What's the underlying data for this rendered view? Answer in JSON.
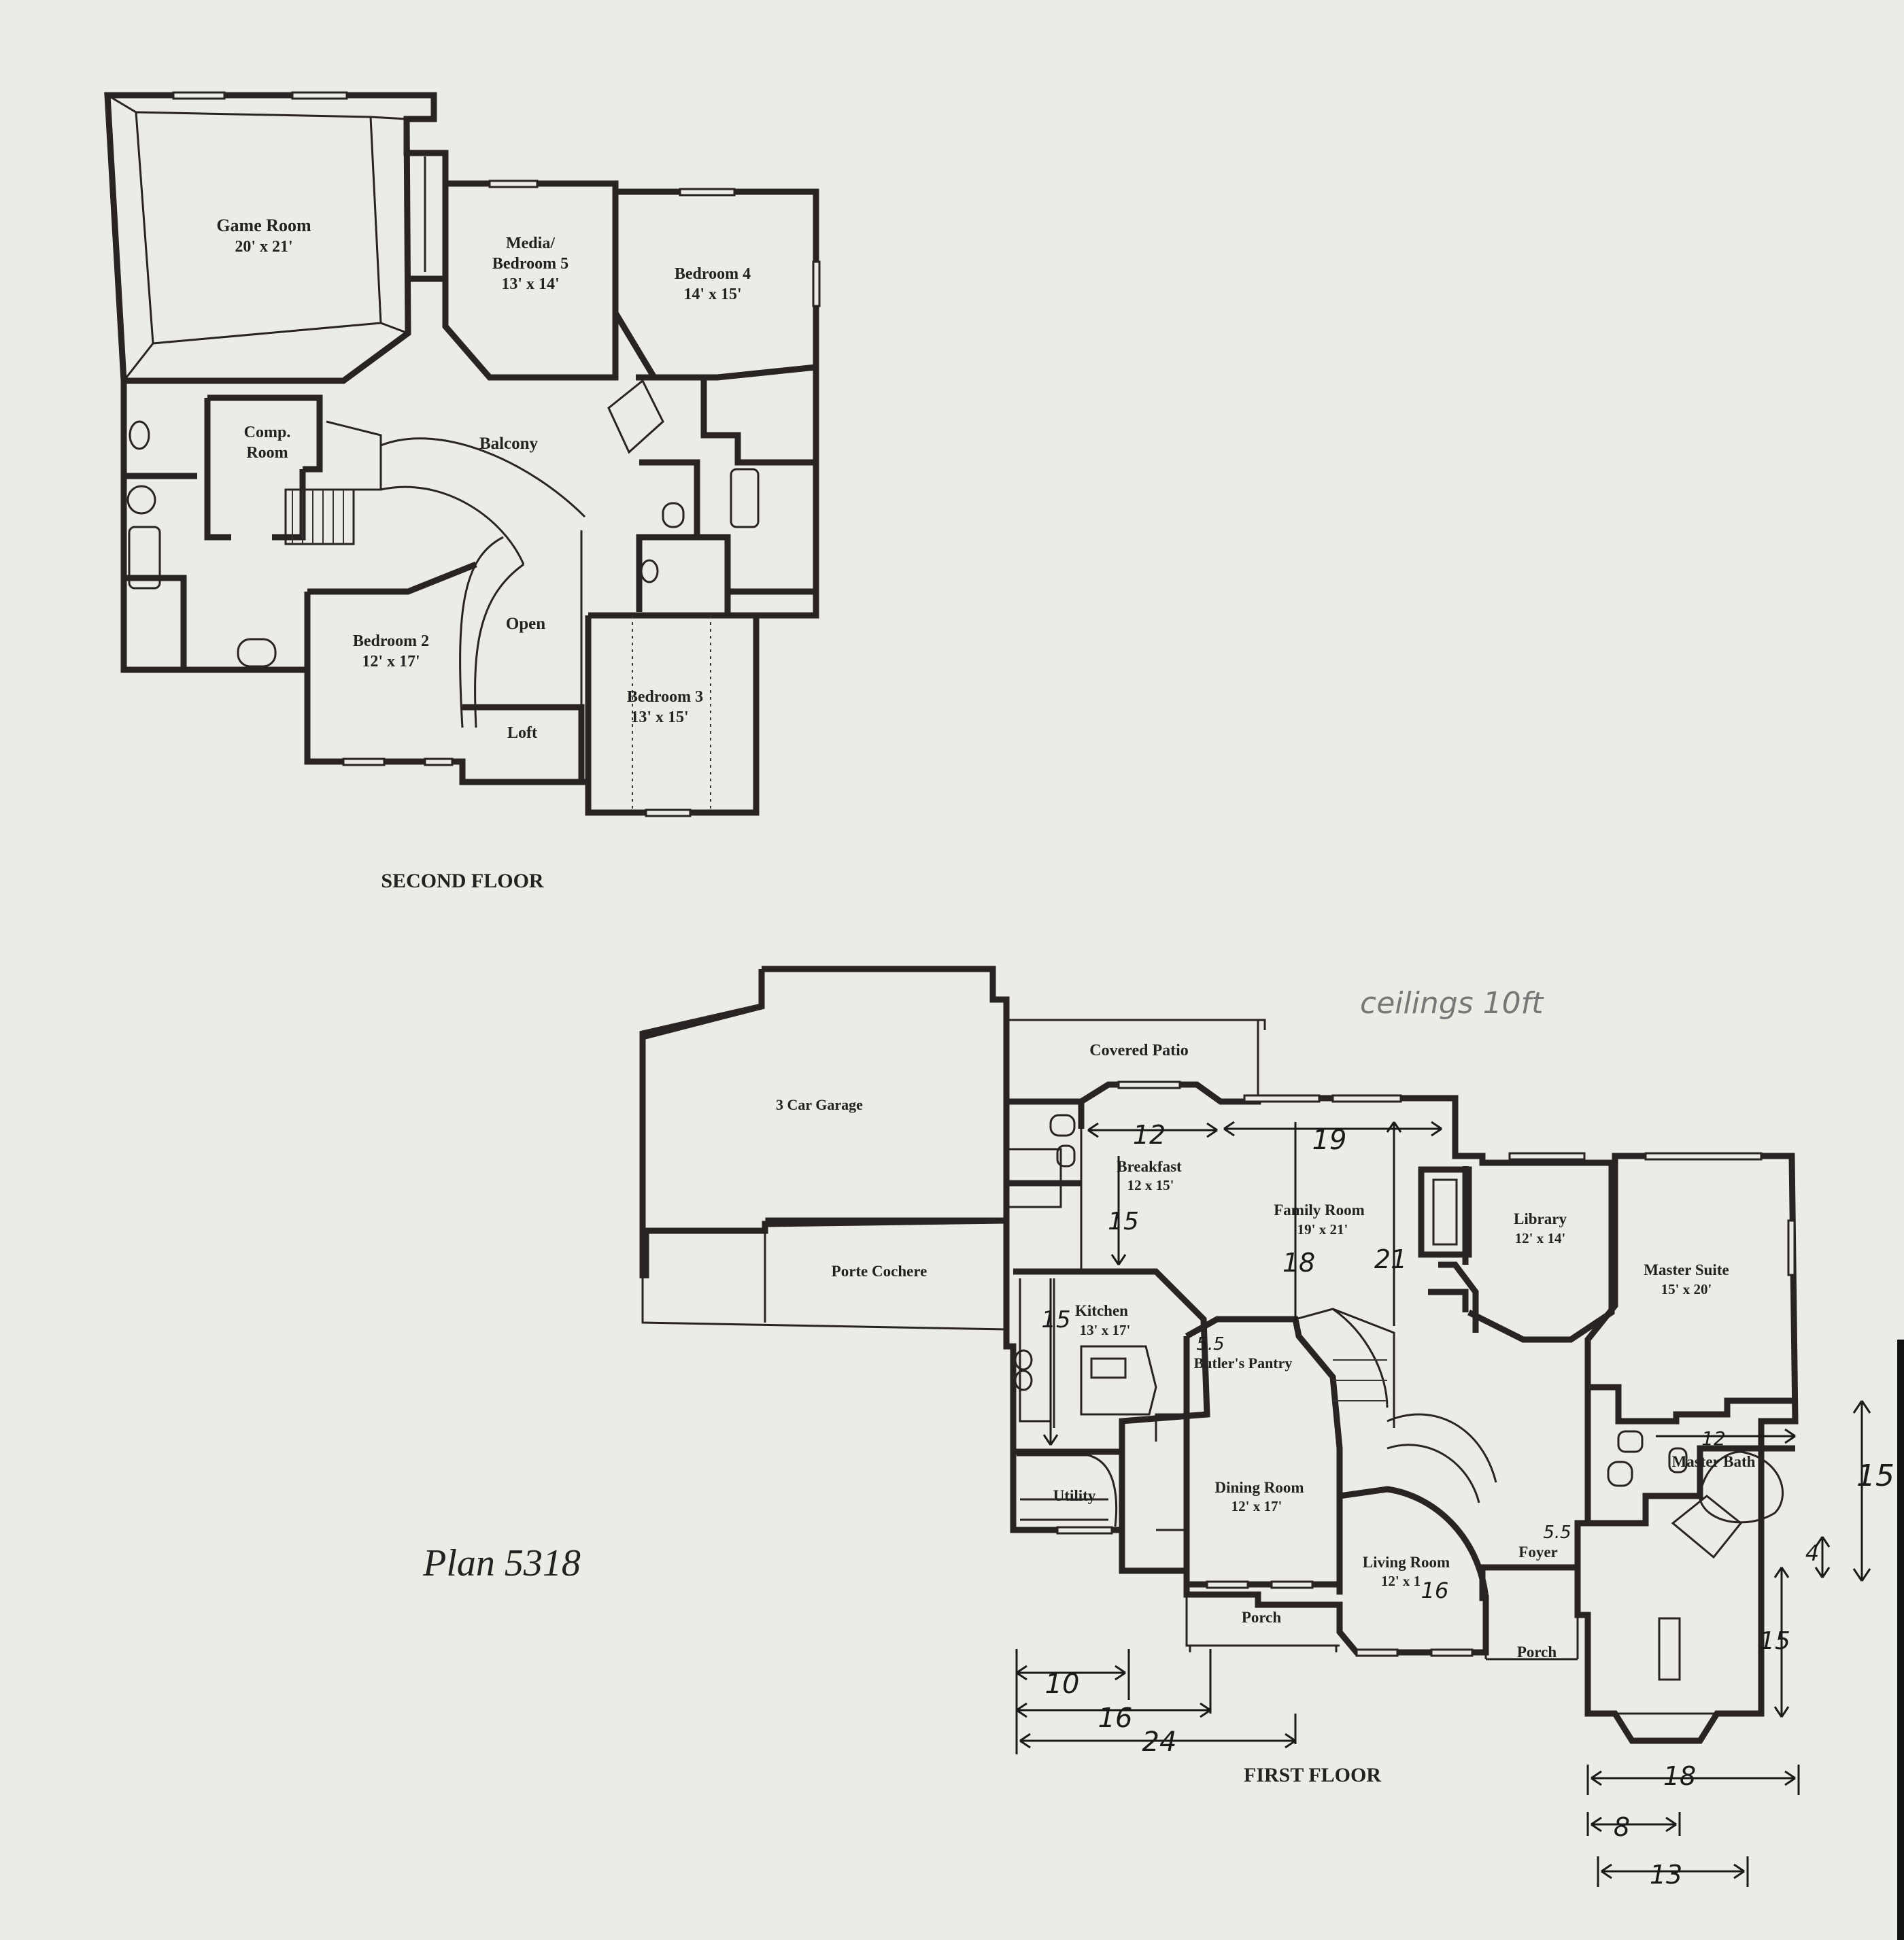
{
  "plan_title": "Plan 5318",
  "pencil_note": "ceilings 10ft",
  "second_floor": {
    "caption": "SECOND FLOOR",
    "rooms": [
      {
        "name": "Game Room",
        "size": "20' x 21'"
      },
      {
        "name": "Media/",
        "name2": "Bedroom 5",
        "size": "13' x 14'"
      },
      {
        "name": "Bedroom 4",
        "size": "14' x 15'"
      },
      {
        "name": "Comp.",
        "name2": "Room"
      },
      {
        "name": "Balcony"
      },
      {
        "name": "Open"
      },
      {
        "name": "Bedroom 2",
        "size": "12' x 17'"
      },
      {
        "name": "Bedroom 3",
        "size": "13' x 15'"
      },
      {
        "name": "Loft"
      }
    ]
  },
  "first_floor": {
    "caption": "FIRST FLOOR",
    "rooms": [
      {
        "name": "3 Car Garage"
      },
      {
        "name": "Covered Patio"
      },
      {
        "name": "Porte Cochere"
      },
      {
        "name": "Breakfast",
        "size": "12 x 15'"
      },
      {
        "name": "Family Room",
        "size": "19' x 21'"
      },
      {
        "name": "Library",
        "size": "12' x 14'"
      },
      {
        "name": "Master Suite",
        "size": "15' x 20'"
      },
      {
        "name": "Kitchen",
        "size": "13' x 17'"
      },
      {
        "name": "Butler's Pantry"
      },
      {
        "name": "Utility"
      },
      {
        "name": "Dining Room",
        "size": "12' x 17'"
      },
      {
        "name": "Living Room",
        "size": "12' x 1"
      },
      {
        "name": "Foyer"
      },
      {
        "name": "Master Bath"
      },
      {
        "name": "Porch"
      },
      {
        "name": "Porch"
      }
    ]
  },
  "handwritten_dimensions": {
    "breakfast_width": "12",
    "family_width": "19",
    "breakfast_depth": "15",
    "family_depth_left": "18",
    "family_depth_right": "21",
    "kitchen_a": "15",
    "pantry_a": "5.5",
    "living_depth": "16",
    "foyer_a": "5.5",
    "bath_width": "12",
    "bath_depth": "15",
    "bath_small": "4",
    "wing_depth": "15",
    "front_a": "10",
    "front_b": "16",
    "front_c": "24",
    "bottom_a": "18",
    "bottom_b": "8",
    "bottom_c": "13"
  }
}
